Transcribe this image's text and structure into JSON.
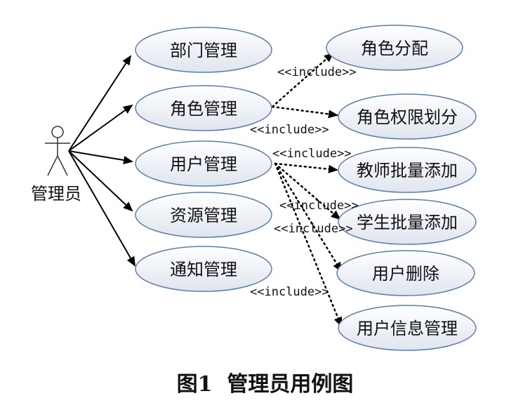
{
  "actor": {
    "label": "管理员"
  },
  "left_use_cases": [
    {
      "id": "dept",
      "label": "部门管理"
    },
    {
      "id": "role",
      "label": "角色管理"
    },
    {
      "id": "user",
      "label": "用户管理"
    },
    {
      "id": "resource",
      "label": "资源管理"
    },
    {
      "id": "notice",
      "label": "通知管理"
    }
  ],
  "right_use_cases": [
    {
      "id": "role-assign",
      "label": "角色分配"
    },
    {
      "id": "role-permission",
      "label": "角色权限划分"
    },
    {
      "id": "teacher-batch-add",
      "label": "教师批量添加"
    },
    {
      "id": "student-batch-add",
      "label": "学生批量添加"
    },
    {
      "id": "user-delete",
      "label": "用户删除"
    },
    {
      "id": "user-info-manage",
      "label": "用户信息管理"
    }
  ],
  "include_label": "<<include>>",
  "caption": {
    "number": "图1",
    "title": "管理员用例图"
  },
  "colors": {
    "ellipse_fill_top": "#ffffff",
    "ellipse_fill_bottom": "#dfe5ef",
    "ellipse_stroke": "#5b7fa8",
    "line": "#000000"
  }
}
